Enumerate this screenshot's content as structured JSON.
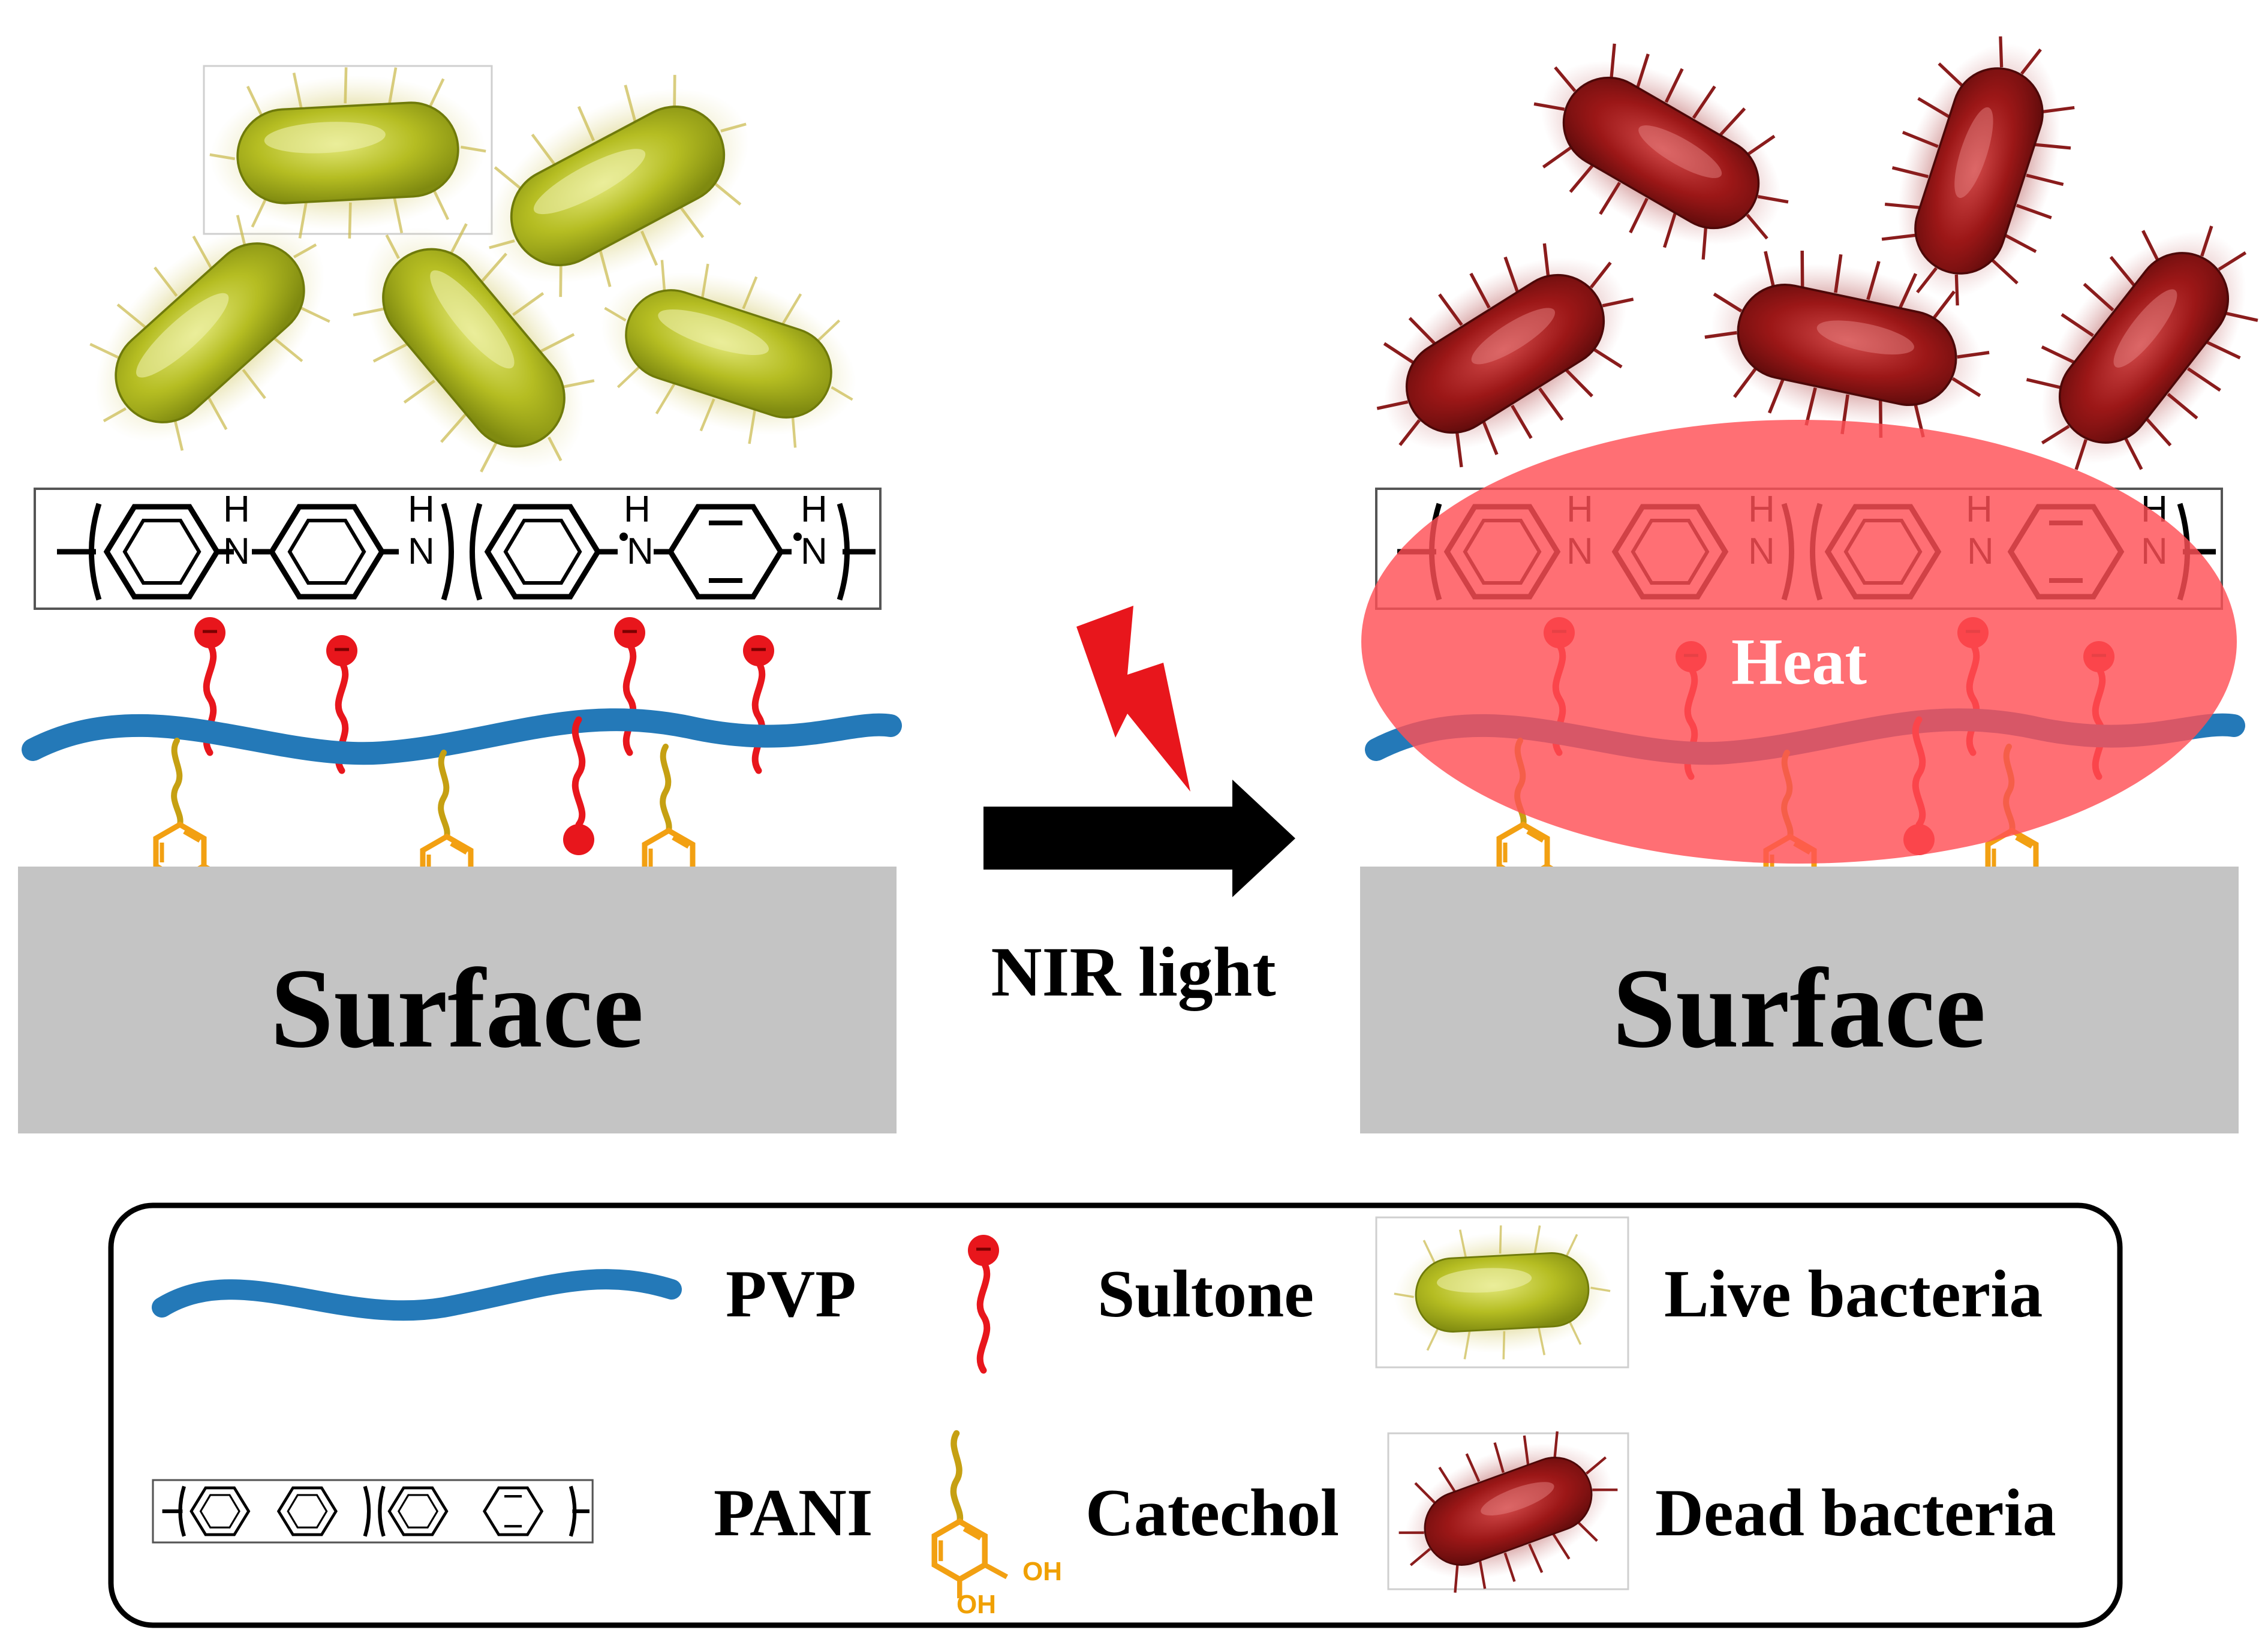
{
  "panels": {
    "left_surface_label": "Surface",
    "right_surface_label": "Surface",
    "heat_label": "Heat"
  },
  "arrow": {
    "label": "NIR light"
  },
  "chemistry": {
    "h_label": "H",
    "n_label": "N",
    "n_plus_label": "N",
    "oh_label": "OH"
  },
  "legend": {
    "pvp": "PVP",
    "sultone": "Sultone",
    "live_bacteria": "Live bacteria",
    "pani": "PANI",
    "catechol": "Catechol",
    "dead_bacteria": "Dead bacteria"
  },
  "colors": {
    "pvp": "#2479b8",
    "sultone": "#e8161c",
    "catechol": "#f2a012",
    "live_bacteria": "#a9b41a",
    "dead_bacteria": "#8e1414",
    "surface": "#c4c4c4",
    "heat": "#ff4f55"
  }
}
